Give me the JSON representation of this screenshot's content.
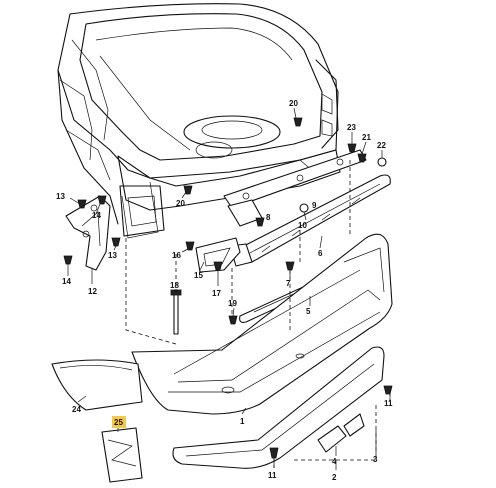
{
  "diagram": {
    "type": "exploded parts diagram",
    "highlight_color": "#f2c94c",
    "callouts": [
      {
        "id": "c20a",
        "label": "20"
      },
      {
        "id": "c23",
        "label": "23"
      },
      {
        "id": "c21",
        "label": "21"
      },
      {
        "id": "c22",
        "label": "22"
      },
      {
        "id": "c13a",
        "label": "13"
      },
      {
        "id": "c20b",
        "label": "20"
      },
      {
        "id": "c14a",
        "label": "14"
      },
      {
        "id": "c13b",
        "label": "13"
      },
      {
        "id": "c14b",
        "label": "14"
      },
      {
        "id": "c12",
        "label": "12"
      },
      {
        "id": "c8",
        "label": "8"
      },
      {
        "id": "c9",
        "label": "9"
      },
      {
        "id": "c10",
        "label": "10"
      },
      {
        "id": "c6",
        "label": "6"
      },
      {
        "id": "c16",
        "label": "16"
      },
      {
        "id": "c15",
        "label": "15"
      },
      {
        "id": "c7",
        "label": "7"
      },
      {
        "id": "c17",
        "label": "17"
      },
      {
        "id": "c18",
        "label": "18"
      },
      {
        "id": "c19",
        "label": "19"
      },
      {
        "id": "c5",
        "label": "5"
      },
      {
        "id": "c24",
        "label": "24"
      },
      {
        "id": "c1",
        "label": "1"
      },
      {
        "id": "c11a",
        "label": "11"
      },
      {
        "id": "c11b",
        "label": "11"
      },
      {
        "id": "c25",
        "label": "25"
      },
      {
        "id": "c4",
        "label": "4"
      },
      {
        "id": "c3",
        "label": "3"
      },
      {
        "id": "c2",
        "label": "2"
      }
    ]
  }
}
